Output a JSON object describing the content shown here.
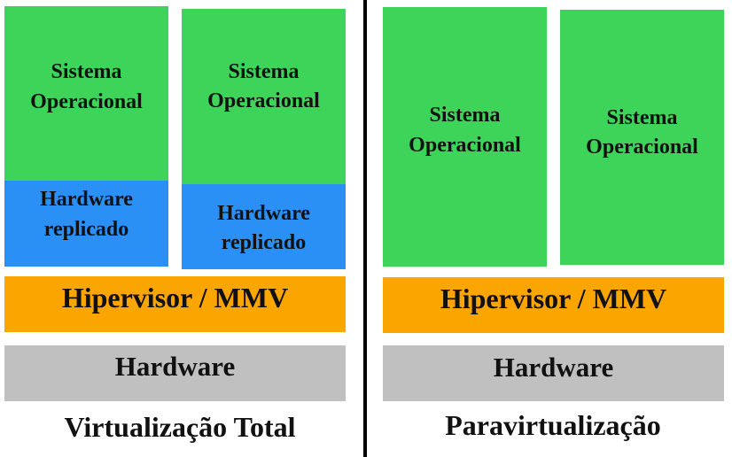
{
  "colors": {
    "os": "#3ed45a",
    "replicated_hardware": "#2a90f5",
    "hypervisor": "#fba500",
    "hardware": "#c0c0c0",
    "divider": "#000000"
  },
  "left": {
    "vm1": {
      "os_line1": "Sistema",
      "os_line2": "Operacional",
      "hw_line1": "Hardware",
      "hw_line2": "replicado"
    },
    "vm2": {
      "os_line1": "Sistema",
      "os_line2": "Operacional",
      "hw_line1": "Hardware",
      "hw_line2": "replicado"
    },
    "hypervisor": "Hipervisor / MMV",
    "hardware": "Hardware",
    "caption": "Virtualização Total"
  },
  "right": {
    "vm1": {
      "os_line1": "Sistema",
      "os_line2": "Operacional"
    },
    "vm2": {
      "os_line1": "Sistema",
      "os_line2": "Operacional"
    },
    "hypervisor": "Hipervisor / MMV",
    "hardware": "Hardware",
    "caption": "Paravirtualização"
  }
}
